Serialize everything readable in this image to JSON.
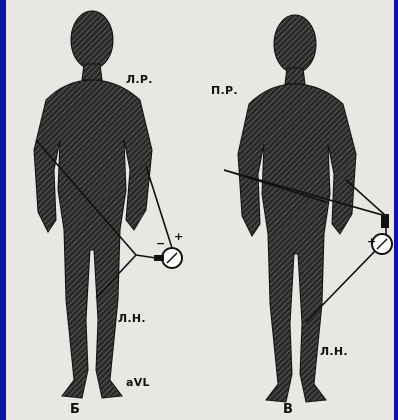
{
  "colors": {
    "background": "#0b14a8",
    "paper": "#e9e7e2",
    "figure": "#2a2a2a",
    "ink": "#111111"
  },
  "panels": [
    {
      "letter": "Б",
      "labels": {
        "left_arm": "Л.Р.",
        "left_leg": "Л.Н.",
        "lead": "aVL"
      },
      "meter": {
        "minus": "−",
        "plus": "+"
      }
    },
    {
      "letter": "В",
      "labels": {
        "right_arm": "П.Р.",
        "left_leg": "Л.Н."
      },
      "meter": {
        "plus": "+"
      }
    }
  ]
}
